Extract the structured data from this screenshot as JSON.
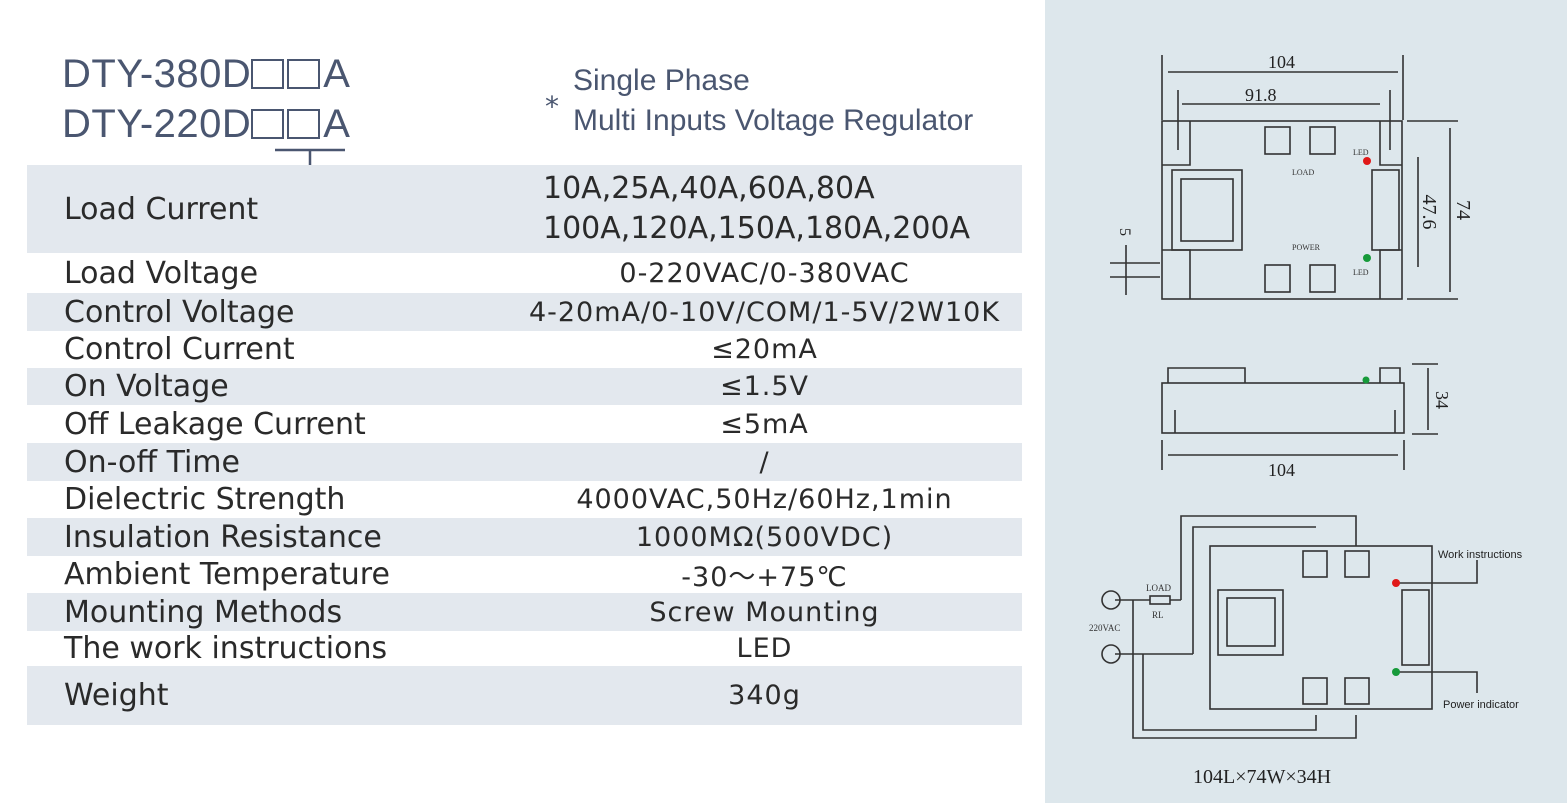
{
  "header": {
    "model_1": "DTY-380D",
    "model_2": "DTY-220D",
    "model_suffix": "A",
    "star": "*",
    "subtitle_1": "Single Phase",
    "subtitle_2": "Multi Inputs Voltage Regulator"
  },
  "specs": [
    {
      "label": "Load Current",
      "value": "10A,25A,40A,60A,80A",
      "value_2": "100A,120A,150A,180A,200A"
    },
    {
      "label": "Load Voltage",
      "value": "0-220VAC/0-380VAC"
    },
    {
      "label": "Control Voltage",
      "value": "4-20mA/0-10V/COM/1-5V/2W10K"
    },
    {
      "label": "Control Current",
      "value": "≤20mA"
    },
    {
      "label": "On Voltage",
      "value": "≤1.5V"
    },
    {
      "label": "Off Leakage Current",
      "value": "≤5mA"
    },
    {
      "label": "On-off Time",
      "value": "/"
    },
    {
      "label": "Dielectric Strength",
      "value": "4000VAC,50Hz/60Hz,1min"
    },
    {
      "label": "Insulation Resistance",
      "value": "1000MΩ(500VDC)"
    },
    {
      "label": "Ambient Temperature",
      "value": "-30～+75℃"
    },
    {
      "label": "Mounting Methods",
      "value": "Screw Mounting"
    },
    {
      "label": "The work instructions",
      "value": "LED"
    },
    {
      "label": "Weight",
      "value": "340g"
    }
  ],
  "diagram": {
    "dim_104": "104",
    "dim_91_8": "91.8",
    "dim_74": "74",
    "dim_47_6": "47.6",
    "dim_5": "5",
    "dim_34": "34",
    "dim_104_side": "104",
    "led": "LED",
    "load": "LOAD",
    "vac": "220VAC",
    "power": "POWER",
    "rl": "RL",
    "work_instructions": "Work instructions",
    "power_indicator": "Power indicator",
    "size": "104L×74W×34H"
  },
  "colors": {
    "panel_bg": "#dde7ec",
    "stripe": "#e3e8ee",
    "title": "#4a5670",
    "led_red": "#e01818",
    "led_green": "#169a3a"
  }
}
